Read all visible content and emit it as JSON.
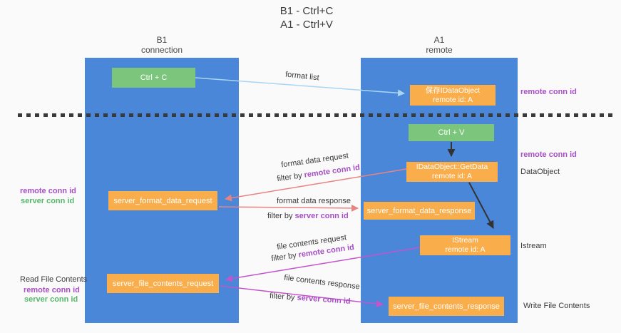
{
  "title": {
    "line1": "B1 - Ctrl+C",
    "line2": "A1 - Ctrl+V"
  },
  "columns": {
    "left": {
      "name": "B1",
      "role": "connection"
    },
    "right": {
      "name": "A1",
      "role": "remote"
    }
  },
  "boxes": {
    "ctrl_c": {
      "label": "Ctrl + C"
    },
    "ctrl_v": {
      "label": "Ctrl + V"
    },
    "save_idataobject": {
      "line1": "保存IDataObject",
      "line2": "remote id: A"
    },
    "idataobject_getdata": {
      "line1": "IDataObject::GetData",
      "line2": "remote id: A"
    },
    "istream": {
      "line1": "IStream",
      "line2": "remote id: A"
    },
    "server_format_data_request": {
      "label": "server_format_data_request"
    },
    "server_format_data_response": {
      "label": "server_format_data_response"
    },
    "server_file_contents_request": {
      "label": "server_file_contents_request"
    },
    "server_file_contents_response": {
      "label": "server_file_contents_response"
    }
  },
  "labels": {
    "format_list": "format list",
    "format_data_request": "format data request",
    "format_data_response": "format data response",
    "file_contents_request": "file contents request",
    "file_contents_response": "file contents response",
    "filter_by": "filter by ",
    "remote_conn_id": "remote conn id",
    "server_conn_id": "server conn id",
    "read_file_contents": "Read File Contents",
    "write_file_contents": "Write File Contents",
    "dataobject": "DataObject",
    "istream": "Istream"
  },
  "colors": {
    "column_blue": "#4a87d9",
    "box_orange": "#f9ad4b",
    "box_green": "#7cc57c",
    "purple_text": "#a74fc4",
    "green_text": "#55b86a",
    "arrow_red": "#e88383",
    "arrow_light_blue": "#a9d5f5",
    "arrow_magenta": "#c355cc",
    "arrow_black": "#333333"
  }
}
